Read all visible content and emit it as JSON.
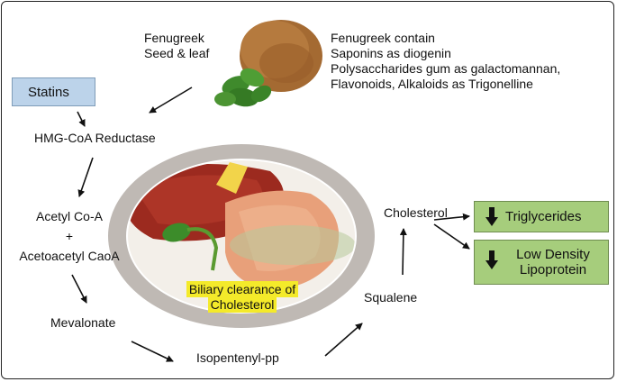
{
  "fenugreek": {
    "line1": "Fenugreek",
    "line2": "Seed & leaf"
  },
  "contains": {
    "line1": "Fenugreek contain",
    "line2": "Saponins as diogenin",
    "line3": "Polysaccharides gum as galactomannan,",
    "line4": "Flavonoids, Alkaloids as Trigonelline"
  },
  "statins": "Statins",
  "pathway": {
    "hmg": "HMG-CoA Reductase",
    "acetyl": "Acetyl Co-A",
    "plus": "+",
    "acetoacetyl": "Acetoacetyl CaoA",
    "mevalonate": "Mevalonate",
    "isopentenyl": "Isopentenyl-pp",
    "squalene": "Squalene",
    "cholesterol": "Cholesterol"
  },
  "biliary": {
    "line1": "Biliary clearance of",
    "line2": "Cholesterol"
  },
  "effects": {
    "triglycerides": "Triglycerides",
    "ldl_line1": "Low Density",
    "ldl_line2": "Lipoprotein"
  },
  "colors": {
    "statins_fill": "#bcd3ea",
    "effect_fill": "#a6cd7c",
    "highlight": "#f4ea2a",
    "ring": "#bfb9b4",
    "liver": "#9c2a1f",
    "stomach": "#e8a07a",
    "seed": "#a46a32",
    "leaf": "#3f8a2c"
  },
  "icons": [
    "down-arrow-icon"
  ]
}
